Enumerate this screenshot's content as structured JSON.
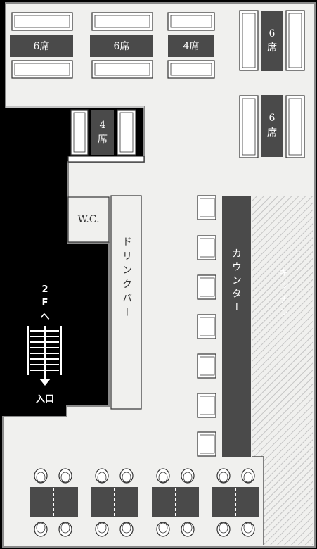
{
  "colors": {
    "background": "#000000",
    "floor": "#f0f0ee",
    "table": "#4a4a4a",
    "outline": "#333333",
    "kitchen_hatch": "#c8c8c8"
  },
  "tables": {
    "top_row_6a": "6席",
    "top_row_6b": "6席",
    "top_row_4": "4席",
    "right_6_top": "6席",
    "right_6_mid": "6席",
    "left_4": "4席"
  },
  "rooms": {
    "wc": "W.C.",
    "drink_bar": "ドリンクバー",
    "counter": "カウンター",
    "kitchen": "キッチン"
  },
  "stairs": {
    "to_2f": "2Fへ",
    "entrance": "入口"
  }
}
